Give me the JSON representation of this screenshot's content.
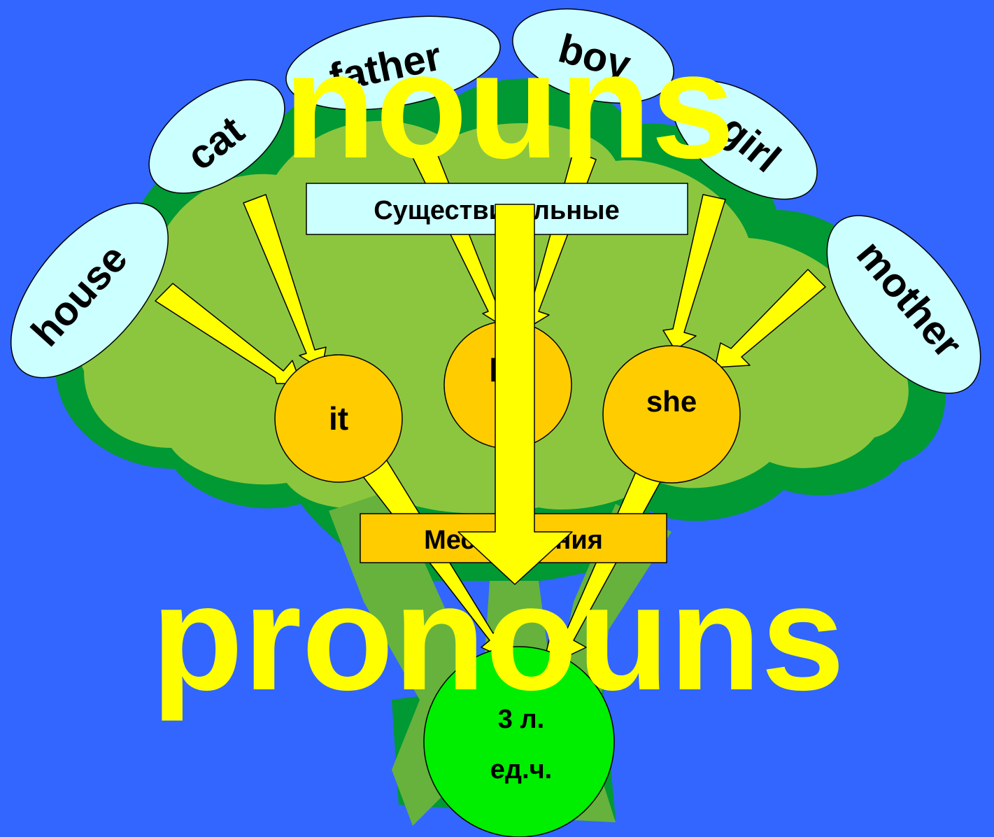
{
  "header_word": "nouns",
  "footer_word": "pronouns",
  "nouns_label": "Существительные",
  "pronouns_label": "Местоимения",
  "person_label": {
    "line1": "3 л.",
    "line2": "ед.ч."
  },
  "nouns": [
    "house",
    "cat",
    "father",
    "boy",
    "girl",
    "mother"
  ],
  "pronouns": [
    "it",
    "he",
    "she"
  ],
  "colors": {
    "background": "#3366ff",
    "tree_dark": "#009933",
    "tree_light": "#8cc63f",
    "trunk": "#66b23c",
    "leaf": "#ccffff",
    "pronoun_circle": "#ffcc00",
    "person_circle": "#00ee00",
    "arrow": "#ffff00",
    "big_text": "#ffff00"
  }
}
